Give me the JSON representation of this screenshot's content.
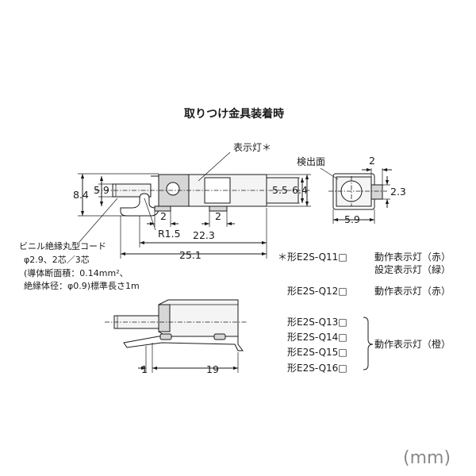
{
  "title": "取りつけ金具装着時",
  "labels": {
    "indicator": "表示灯＊",
    "sensing_face": "検出面",
    "cable_line1": "ビニル絶縁丸型コード",
    "cable_line2": "φ2.9、2芯／3芯",
    "cable_line3": "(導体断面積：0.14mm²、",
    "cable_line4": "絶縁体径：φ0.9)標準長さ1m"
  },
  "dimensions": {
    "d8_4": "8.4",
    "d5_9_left": "5.9",
    "d5_5": "5.5",
    "d6_4": "6.4",
    "d2_a": "2",
    "d2_b": "2",
    "r1_5": "R1.5",
    "d22_3": "22.3",
    "d25_1": "25.1",
    "d2_side": "2",
    "d2_3": "2.3",
    "d5_9_side": "5.9",
    "d1": "1",
    "d19": "19"
  },
  "models": {
    "q11_name": "＊形E2S-Q11□",
    "q11_desc1": "動作表示灯（赤）",
    "q11_desc2": "設定表示灯（緑）",
    "q12_name": "形E2S-Q12□",
    "q12_desc": "動作表示灯（赤）",
    "q13_name": "形E2S-Q13□",
    "q14_name": "形E2S-Q14□",
    "q15_name": "形E2S-Q15□",
    "q16_name": "形E2S-Q16□",
    "group_desc": "動作表示灯（橙）"
  },
  "unit": "(mm)"
}
